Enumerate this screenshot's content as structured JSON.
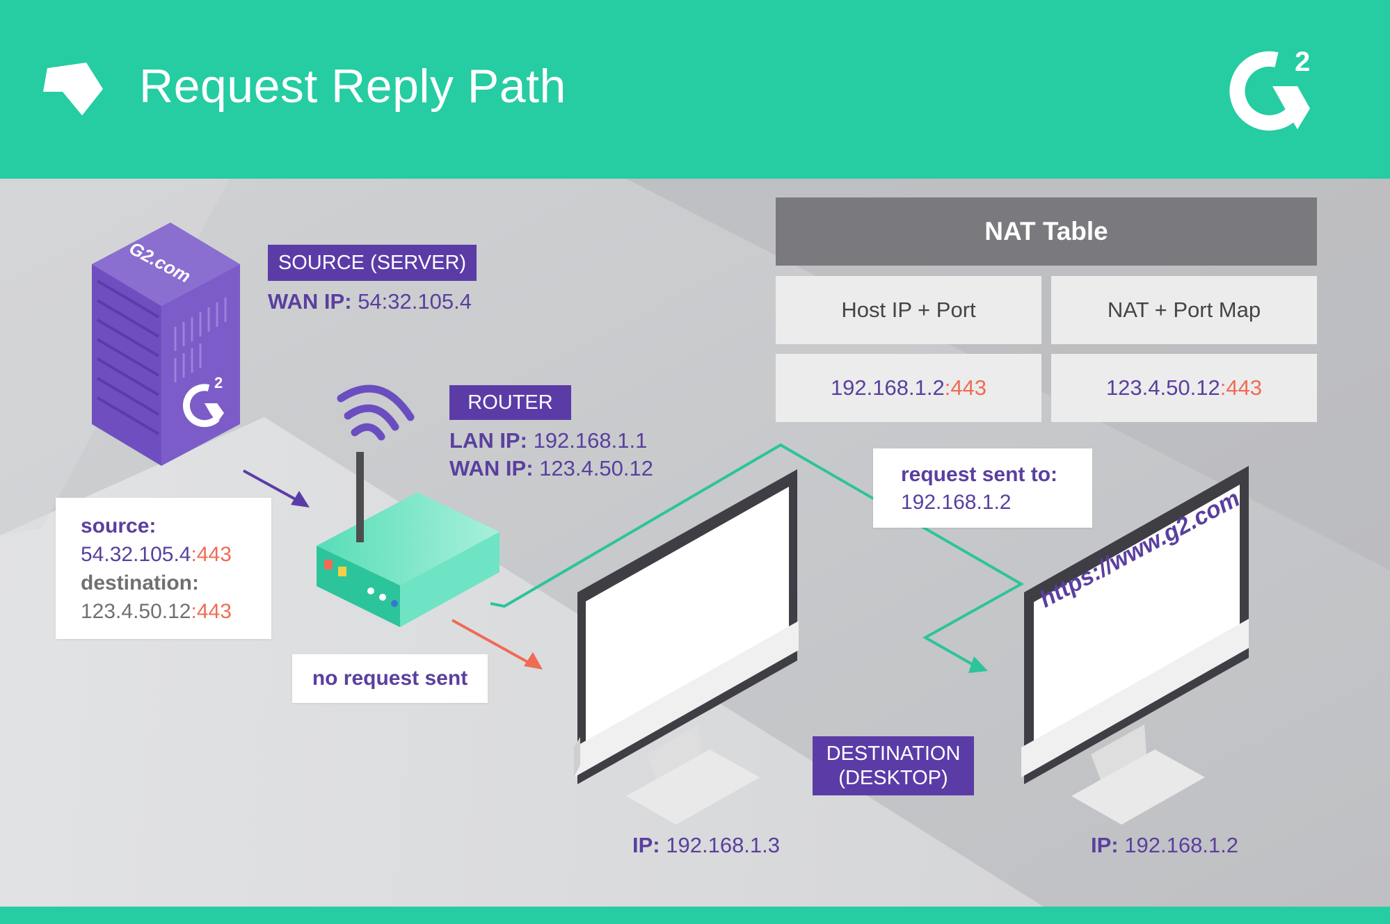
{
  "header": {
    "title": "Request Reply Path"
  },
  "source_server": {
    "tag": "SOURCE (SERVER)",
    "wan_label": "WAN IP:",
    "wan_value": "54:32.105.4",
    "brand": "G2.com"
  },
  "router": {
    "tag": "ROUTER",
    "lan_label": "LAN IP:",
    "lan_value": "192.168.1.1",
    "wan_label": "WAN IP:",
    "wan_value": "123.4.50.12"
  },
  "packet": {
    "source_label": "source:",
    "source_ip": "54.32.105.4",
    "source_port": ":443",
    "destination_label": "destination:",
    "destination_ip": "123.4.50.12",
    "destination_port": ":443"
  },
  "no_request": "no request sent",
  "request_sent": {
    "label": "request sent to:",
    "value": "192.168.1.2"
  },
  "nat_table": {
    "title": "NAT Table",
    "col1": "Host IP + Port",
    "col2": "NAT + Port Map",
    "row_host_ip": "192.168.1.2",
    "row_host_port": ":443",
    "row_nat_ip": "123.4.50.12",
    "row_nat_port": ":443"
  },
  "destination_tag": {
    "line1": "DESTINATION",
    "line2": "(DESKTOP)"
  },
  "desktop_left": {
    "ip_label": "IP:",
    "ip_value": "192.168.1.3"
  },
  "desktop_right": {
    "ip_label": "IP:",
    "ip_value": "192.168.1.2",
    "screen_text": "https://www.g2.com"
  },
  "colors": {
    "header": "#26cca2",
    "purple": "#5b3ca7",
    "orange": "#ef6b54",
    "teal_line": "#2cc49a"
  }
}
